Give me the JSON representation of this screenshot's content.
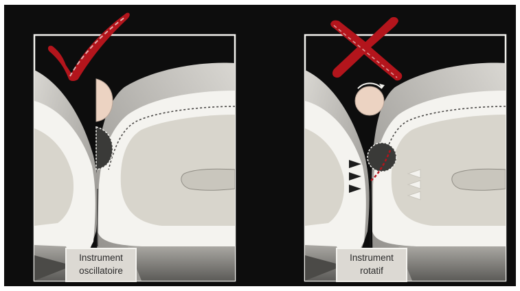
{
  "panels": [
    {
      "caption_line1": "Instrument",
      "caption_line2": "oscillatoire",
      "mark": "check-mark-icon",
      "verdict": "correct"
    },
    {
      "caption_line1": "Instrument",
      "caption_line2": "rotatif",
      "mark": "cross-mark-icon",
      "verdict": "incorrect"
    }
  ],
  "colors": {
    "background": "#0d0d0d",
    "enamel": "#f4f3ef",
    "dentin": "#d8d5cc",
    "gum_shade": "#bdbab4",
    "mark_red": "#b3151c",
    "instrument_tip": "#ecd3c2",
    "dark_instrument": "#3a3a38"
  }
}
